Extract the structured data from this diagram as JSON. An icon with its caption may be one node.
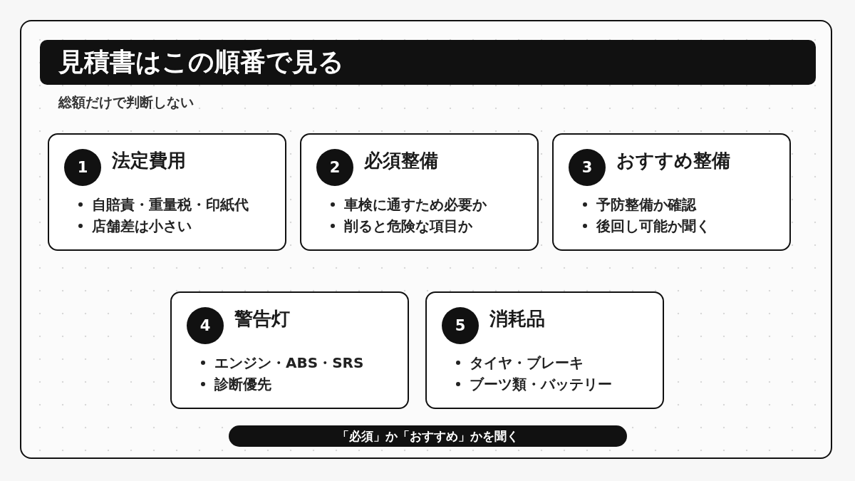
{
  "diagram": {
    "title": "見積書はこの順番で見る",
    "nodes": [
      {
        "text": [
          "法定費用",
          "自賠責・重量税・印紙代",
          "店舗差は小さい"
        ]
      },
      {
        "text": [
          "1"
        ],
        "in": 0
      },
      {
        "text": [
          "必須整備",
          "車検に通すため必要か",
          "削ると危険な項目か"
        ]
      },
      {
        "text": [
          "2"
        ],
        "in": 2
      },
      {
        "text": [
          "おすすめ整備",
          "予防整備か確認",
          "後回し可能か聞く"
        ]
      },
      {
        "text": [
          "3"
        ],
        "in": 4
      },
      {
        "text": [
          "警告灯",
          "エンジン・ABS・SRS",
          "診断優先"
        ]
      },
      {
        "text": [
          "4"
        ],
        "in": 6
      },
      {
        "text": [
          "消耗品",
          "タイヤ・ブレーキ",
          "ブーツ類・バッテリー"
        ]
      },
      {
        "text": [
          "5"
        ],
        "in": 8
      },
      {
        "text": [
          "「必須」か「おすすめ」かを聞く"
        ]
      }
    ],
    "labels": [
      "総額だけで判断しない"
    ]
  }
}
